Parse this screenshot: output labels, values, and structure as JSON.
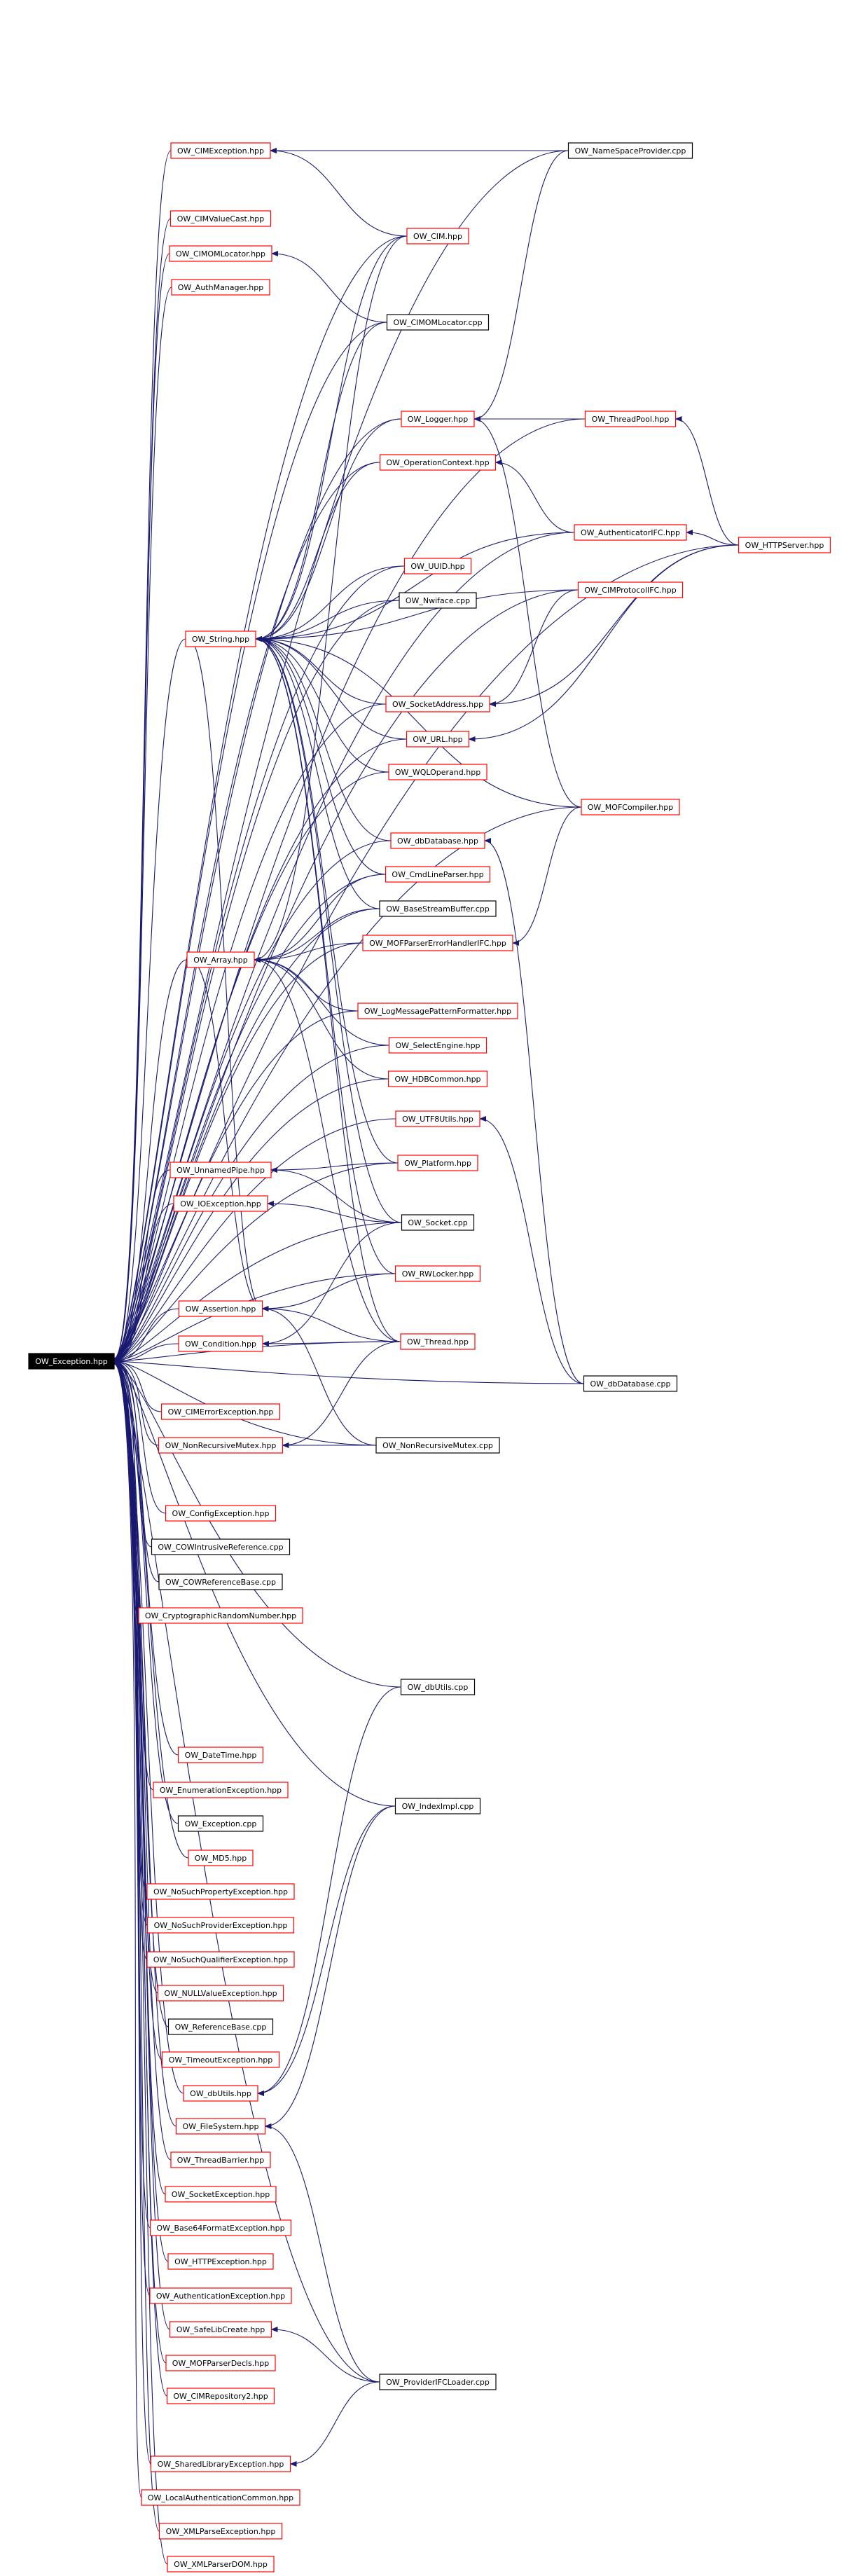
{
  "colors": {
    "edge": "#191970",
    "header_border": "#ff0000",
    "source_border": "#000000",
    "root_fill": "#000000",
    "root_text": "#ffffff"
  },
  "nodes": [
    {
      "id": "root",
      "label": "OW_Exception.hpp",
      "kind": "root"
    },
    {
      "id": "cimexception",
      "label": "OW_CIMException.hpp",
      "kind": "header"
    },
    {
      "id": "cimvaluecast",
      "label": "OW_CIMValueCast.hpp",
      "kind": "header"
    },
    {
      "id": "cimomlocator_h",
      "label": "OW_CIMOMLocator.hpp",
      "kind": "header"
    },
    {
      "id": "authmanager",
      "label": "OW_AuthManager.hpp",
      "kind": "header"
    },
    {
      "id": "cim",
      "label": "OW_CIM.hpp",
      "kind": "header"
    },
    {
      "id": "namespaceprovider",
      "label": "OW_NameSpaceProvider.cpp",
      "kind": "source"
    },
    {
      "id": "cimomlocator_c",
      "label": "OW_CIMOMLocator.cpp",
      "kind": "source"
    },
    {
      "id": "logger",
      "label": "OW_Logger.hpp",
      "kind": "header"
    },
    {
      "id": "threadpool",
      "label": "OW_ThreadPool.hpp",
      "kind": "header"
    },
    {
      "id": "operationcontext",
      "label": "OW_OperationContext.hpp",
      "kind": "header"
    },
    {
      "id": "authenticatorifc",
      "label": "OW_AuthenticatorIFC.hpp",
      "kind": "header"
    },
    {
      "id": "httpserver",
      "label": "OW_HTTPServer.hpp",
      "kind": "header"
    },
    {
      "id": "uuid",
      "label": "OW_UUID.hpp",
      "kind": "header"
    },
    {
      "id": "cimprotocolifc",
      "label": "OW_CIMProtocolIFC.hpp",
      "kind": "header"
    },
    {
      "id": "nwiface",
      "label": "OW_Nwiface.cpp",
      "kind": "source"
    },
    {
      "id": "string",
      "label": "OW_String.hpp",
      "kind": "header"
    },
    {
      "id": "socketaddress",
      "label": "OW_SocketAddress.hpp",
      "kind": "header"
    },
    {
      "id": "url",
      "label": "OW_URL.hpp",
      "kind": "header"
    },
    {
      "id": "wqloperand",
      "label": "OW_WQLOperand.hpp",
      "kind": "header"
    },
    {
      "id": "mofcompiler",
      "label": "OW_MOFCompiler.hpp",
      "kind": "header"
    },
    {
      "id": "dbdatabase_h",
      "label": "OW_dbDatabase.hpp",
      "kind": "header"
    },
    {
      "id": "cmdlineparser",
      "label": "OW_CmdLineParser.hpp",
      "kind": "header"
    },
    {
      "id": "basestreambuffer",
      "label": "OW_BaseStreamBuffer.cpp",
      "kind": "source"
    },
    {
      "id": "array",
      "label": "OW_Array.hpp",
      "kind": "header"
    },
    {
      "id": "mofparsererrorhandler",
      "label": "OW_MOFParserErrorHandlerIFC.hpp",
      "kind": "header"
    },
    {
      "id": "logmessagepattern",
      "label": "OW_LogMessagePatternFormatter.hpp",
      "kind": "header"
    },
    {
      "id": "selectengine",
      "label": "OW_SelectEngine.hpp",
      "kind": "header"
    },
    {
      "id": "hdbcommon",
      "label": "OW_HDBCommon.hpp",
      "kind": "header"
    },
    {
      "id": "utf8utils",
      "label": "OW_UTF8Utils.hpp",
      "kind": "header"
    },
    {
      "id": "unnamedpipe",
      "label": "OW_UnnamedPipe.hpp",
      "kind": "header"
    },
    {
      "id": "platform",
      "label": "OW_Platform.hpp",
      "kind": "header"
    },
    {
      "id": "ioexception",
      "label": "OW_IOException.hpp",
      "kind": "header"
    },
    {
      "id": "socket",
      "label": "OW_Socket.cpp",
      "kind": "source"
    },
    {
      "id": "rwlocker",
      "label": "OW_RWLocker.hpp",
      "kind": "header"
    },
    {
      "id": "assertion",
      "label": "OW_Assertion.hpp",
      "kind": "header"
    },
    {
      "id": "condition",
      "label": "OW_Condition.hpp",
      "kind": "header"
    },
    {
      "id": "thread",
      "label": "OW_Thread.hpp",
      "kind": "header"
    },
    {
      "id": "dbdatabase_c",
      "label": "OW_dbDatabase.cpp",
      "kind": "source"
    },
    {
      "id": "cimerrorexception",
      "label": "OW_CIMErrorException.hpp",
      "kind": "header"
    },
    {
      "id": "nonrecursivemutex_h",
      "label": "OW_NonRecursiveMutex.hpp",
      "kind": "header"
    },
    {
      "id": "nonrecursivemutex_c",
      "label": "OW_NonRecursiveMutex.cpp",
      "kind": "source"
    },
    {
      "id": "configexception",
      "label": "OW_ConfigException.hpp",
      "kind": "header"
    },
    {
      "id": "cowintrusive",
      "label": "OW_COWIntrusiveReference.cpp",
      "kind": "source"
    },
    {
      "id": "cowreferencebase",
      "label": "OW_COWReferenceBase.cpp",
      "kind": "source"
    },
    {
      "id": "cryptorandom",
      "label": "OW_CryptographicRandomNumber.hpp",
      "kind": "header"
    },
    {
      "id": "dbutils_c",
      "label": "OW_dbUtils.cpp",
      "kind": "source"
    },
    {
      "id": "datetime",
      "label": "OW_DateTime.hpp",
      "kind": "header"
    },
    {
      "id": "enumexception",
      "label": "OW_EnumerationException.hpp",
      "kind": "header"
    },
    {
      "id": "indeximpl",
      "label": "OW_IndexImpl.cpp",
      "kind": "source"
    },
    {
      "id": "exception_c",
      "label": "OW_Exception.cpp",
      "kind": "source"
    },
    {
      "id": "md5",
      "label": "OW_MD5.hpp",
      "kind": "header"
    },
    {
      "id": "nosuchproperty",
      "label": "OW_NoSuchPropertyException.hpp",
      "kind": "header"
    },
    {
      "id": "nosuchprovider",
      "label": "OW_NoSuchProviderException.hpp",
      "kind": "header"
    },
    {
      "id": "nosuchqualifier",
      "label": "OW_NoSuchQualifierException.hpp",
      "kind": "header"
    },
    {
      "id": "nullvalue",
      "label": "OW_NULLValueException.hpp",
      "kind": "header"
    },
    {
      "id": "referencebase",
      "label": "OW_ReferenceBase.cpp",
      "kind": "source"
    },
    {
      "id": "timeoutexception",
      "label": "OW_TimeoutException.hpp",
      "kind": "header"
    },
    {
      "id": "dbutils_h",
      "label": "OW_dbUtils.hpp",
      "kind": "header"
    },
    {
      "id": "filesystem",
      "label": "OW_FileSystem.hpp",
      "kind": "header"
    },
    {
      "id": "threadbarrier",
      "label": "OW_ThreadBarrier.hpp",
      "kind": "header"
    },
    {
      "id": "socketexception",
      "label": "OW_SocketException.hpp",
      "kind": "header"
    },
    {
      "id": "base64",
      "label": "OW_Base64FormatException.hpp",
      "kind": "header"
    },
    {
      "id": "httpexception",
      "label": "OW_HTTPException.hpp",
      "kind": "header"
    },
    {
      "id": "authexception",
      "label": "OW_AuthenticationException.hpp",
      "kind": "header"
    },
    {
      "id": "safelibcreate",
      "label": "OW_SafeLibCreate.hpp",
      "kind": "header"
    },
    {
      "id": "mofparserdecls",
      "label": "OW_MOFParserDecls.hpp",
      "kind": "header"
    },
    {
      "id": "providerifcloader",
      "label": "OW_ProviderIFCLoader.cpp",
      "kind": "source"
    },
    {
      "id": "cimrepository2",
      "label": "OW_CIMRepository2.hpp",
      "kind": "header"
    },
    {
      "id": "sharedlibexception",
      "label": "OW_SharedLibraryException.hpp",
      "kind": "header"
    },
    {
      "id": "localauth",
      "label": "OW_LocalAuthenticationCommon.hpp",
      "kind": "header"
    },
    {
      "id": "xmlparseexception",
      "label": "OW_XMLParseException.hpp",
      "kind": "header"
    },
    {
      "id": "xmlparserdom",
      "label": "OW_XMLParserDOM.hpp",
      "kind": "header"
    }
  ],
  "edges": [
    [
      "cimexception",
      "root"
    ],
    [
      "cimvaluecast",
      "root"
    ],
    [
      "cimomlocator_h",
      "root"
    ],
    [
      "authmanager",
      "root"
    ],
    [
      "cim",
      "root"
    ],
    [
      "namespaceprovider",
      "root"
    ],
    [
      "cimomlocator_c",
      "root"
    ],
    [
      "logger",
      "root"
    ],
    [
      "threadpool",
      "root"
    ],
    [
      "operationcontext",
      "root"
    ],
    [
      "authenticatorifc",
      "root"
    ],
    [
      "httpserver",
      "root"
    ],
    [
      "uuid",
      "root"
    ],
    [
      "cimprotocolifc",
      "root"
    ],
    [
      "nwiface",
      "root"
    ],
    [
      "string",
      "root"
    ],
    [
      "socketaddress",
      "root"
    ],
    [
      "url",
      "root"
    ],
    [
      "wqloperand",
      "root"
    ],
    [
      "mofcompiler",
      "root"
    ],
    [
      "dbdatabase_h",
      "root"
    ],
    [
      "cmdlineparser",
      "root"
    ],
    [
      "basestreambuffer",
      "root"
    ],
    [
      "array",
      "root"
    ],
    [
      "mofparsererrorhandler",
      "root"
    ],
    [
      "logmessagepattern",
      "root"
    ],
    [
      "selectengine",
      "root"
    ],
    [
      "hdbcommon",
      "root"
    ],
    [
      "utf8utils",
      "root"
    ],
    [
      "unnamedpipe",
      "root"
    ],
    [
      "platform",
      "root"
    ],
    [
      "ioexception",
      "root"
    ],
    [
      "socket",
      "root"
    ],
    [
      "rwlocker",
      "root"
    ],
    [
      "assertion",
      "root"
    ],
    [
      "condition",
      "root"
    ],
    [
      "thread",
      "root"
    ],
    [
      "dbdatabase_c",
      "root"
    ],
    [
      "cimerrorexception",
      "root"
    ],
    [
      "nonrecursivemutex_h",
      "root"
    ],
    [
      "nonrecursivemutex_c",
      "root"
    ],
    [
      "configexception",
      "root"
    ],
    [
      "cowintrusive",
      "root"
    ],
    [
      "cowreferencebase",
      "root"
    ],
    [
      "cryptorandom",
      "root"
    ],
    [
      "dbutils_c",
      "root"
    ],
    [
      "datetime",
      "root"
    ],
    [
      "enumexception",
      "root"
    ],
    [
      "indeximpl",
      "root"
    ],
    [
      "exception_c",
      "root"
    ],
    [
      "md5",
      "root"
    ],
    [
      "nosuchproperty",
      "root"
    ],
    [
      "nosuchprovider",
      "root"
    ],
    [
      "nosuchqualifier",
      "root"
    ],
    [
      "nullvalue",
      "root"
    ],
    [
      "referencebase",
      "root"
    ],
    [
      "timeoutexception",
      "root"
    ],
    [
      "dbutils_h",
      "root"
    ],
    [
      "filesystem",
      "root"
    ],
    [
      "threadbarrier",
      "root"
    ],
    [
      "socketexception",
      "root"
    ],
    [
      "base64",
      "root"
    ],
    [
      "httpexception",
      "root"
    ],
    [
      "authexception",
      "root"
    ],
    [
      "safelibcreate",
      "root"
    ],
    [
      "mofparserdecls",
      "root"
    ],
    [
      "providerifcloader",
      "root"
    ],
    [
      "cimrepository2",
      "root"
    ],
    [
      "sharedlibexception",
      "root"
    ],
    [
      "localauth",
      "root"
    ],
    [
      "xmlparseexception",
      "root"
    ],
    [
      "xmlparserdom",
      "root"
    ],
    [
      "namespaceprovider",
      "cimexception"
    ],
    [
      "cim",
      "cimexception"
    ],
    [
      "cimomlocator_c",
      "cimomlocator_h"
    ],
    [
      "namespaceprovider",
      "logger"
    ],
    [
      "threadpool",
      "logger"
    ],
    [
      "mofcompiler",
      "logger"
    ],
    [
      "httpserver",
      "threadpool"
    ],
    [
      "authenticatorifc",
      "operationcontext"
    ],
    [
      "httpserver",
      "authenticatorifc"
    ],
    [
      "cim",
      "string"
    ],
    [
      "cimomlocator_c",
      "string"
    ],
    [
      "logger",
      "string"
    ],
    [
      "operationcontext",
      "string"
    ],
    [
      "uuid",
      "string"
    ],
    [
      "nwiface",
      "string"
    ],
    [
      "socketaddress",
      "string"
    ],
    [
      "url",
      "string"
    ],
    [
      "wqloperand",
      "string"
    ],
    [
      "mofcompiler",
      "string"
    ],
    [
      "dbdatabase_h",
      "string"
    ],
    [
      "cmdlineparser",
      "string"
    ],
    [
      "basestreambuffer",
      "string"
    ],
    [
      "platform",
      "string"
    ],
    [
      "socket",
      "string"
    ],
    [
      "rwlocker",
      "string"
    ],
    [
      "thread",
      "string"
    ],
    [
      "cimprotocolifc",
      "string"
    ],
    [
      "authenticatorifc",
      "string"
    ],
    [
      "cimprotocolifc",
      "socketaddress"
    ],
    [
      "httpserver",
      "socketaddress"
    ],
    [
      "httpserver",
      "url"
    ],
    [
      "dbdatabase_c",
      "dbdatabase_h"
    ],
    [
      "cim",
      "array"
    ],
    [
      "cmdlineparser",
      "array"
    ],
    [
      "basestreambuffer",
      "array"
    ],
    [
      "mofparsererrorhandler",
      "array"
    ],
    [
      "logmessagepattern",
      "array"
    ],
    [
      "selectengine",
      "array"
    ],
    [
      "hdbcommon",
      "array"
    ],
    [
      "thread",
      "array"
    ],
    [
      "mofcompiler",
      "mofparsererrorhandler"
    ],
    [
      "dbdatabase_c",
      "utf8utils"
    ],
    [
      "platform",
      "unnamedpipe"
    ],
    [
      "socket",
      "unnamedpipe"
    ],
    [
      "socket",
      "ioexception"
    ],
    [
      "array",
      "assertion"
    ],
    [
      "string",
      "assertion"
    ],
    [
      "rwlocker",
      "assertion"
    ],
    [
      "thread",
      "assertion"
    ],
    [
      "nonrecursivemutex_c",
      "assertion"
    ],
    [
      "thread",
      "condition"
    ],
    [
      "socket",
      "condition"
    ],
    [
      "thread",
      "nonrecursivemutex_h"
    ],
    [
      "nonrecursivemutex_c",
      "nonrecursivemutex_h"
    ],
    [
      "dbutils_c",
      "dbutils_h"
    ],
    [
      "indeximpl",
      "dbutils_h"
    ],
    [
      "indeximpl",
      "filesystem"
    ],
    [
      "providerifcloader",
      "filesystem"
    ],
    [
      "providerifcloader",
      "safelibcreate"
    ],
    [
      "providerifcloader",
      "sharedlibexception"
    ]
  ]
}
